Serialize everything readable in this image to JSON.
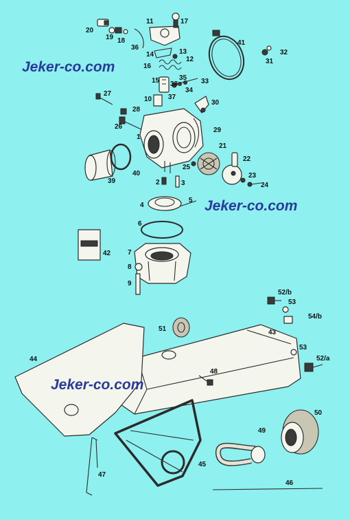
{
  "watermarks": [
    "Jeker-co.com",
    "Jeker-co.com",
    "Jeker-co.com"
  ],
  "callouts": [
    "20",
    "19",
    "18",
    "36",
    "11",
    "17",
    "13",
    "12",
    "14",
    "16",
    "41",
    "32",
    "31",
    "15",
    "35",
    "33",
    "37",
    "34",
    "38",
    "10",
    "27",
    "30",
    "28",
    "26",
    "29",
    "1",
    "21",
    "22",
    "40",
    "39",
    "25",
    "23",
    "2",
    "3",
    "24",
    "4",
    "5",
    "6",
    "42",
    "7",
    "8",
    "9",
    "52/b",
    "53",
    "54/b",
    "51",
    "43",
    "53",
    "52/a",
    "44",
    "48",
    "50",
    "49",
    "45",
    "47",
    "46"
  ],
  "colors": {
    "background": "#8ff0f0",
    "watermark": "#2a3a9a",
    "part_fill": "#f4f6ee",
    "outline": "#2b2b2b"
  }
}
